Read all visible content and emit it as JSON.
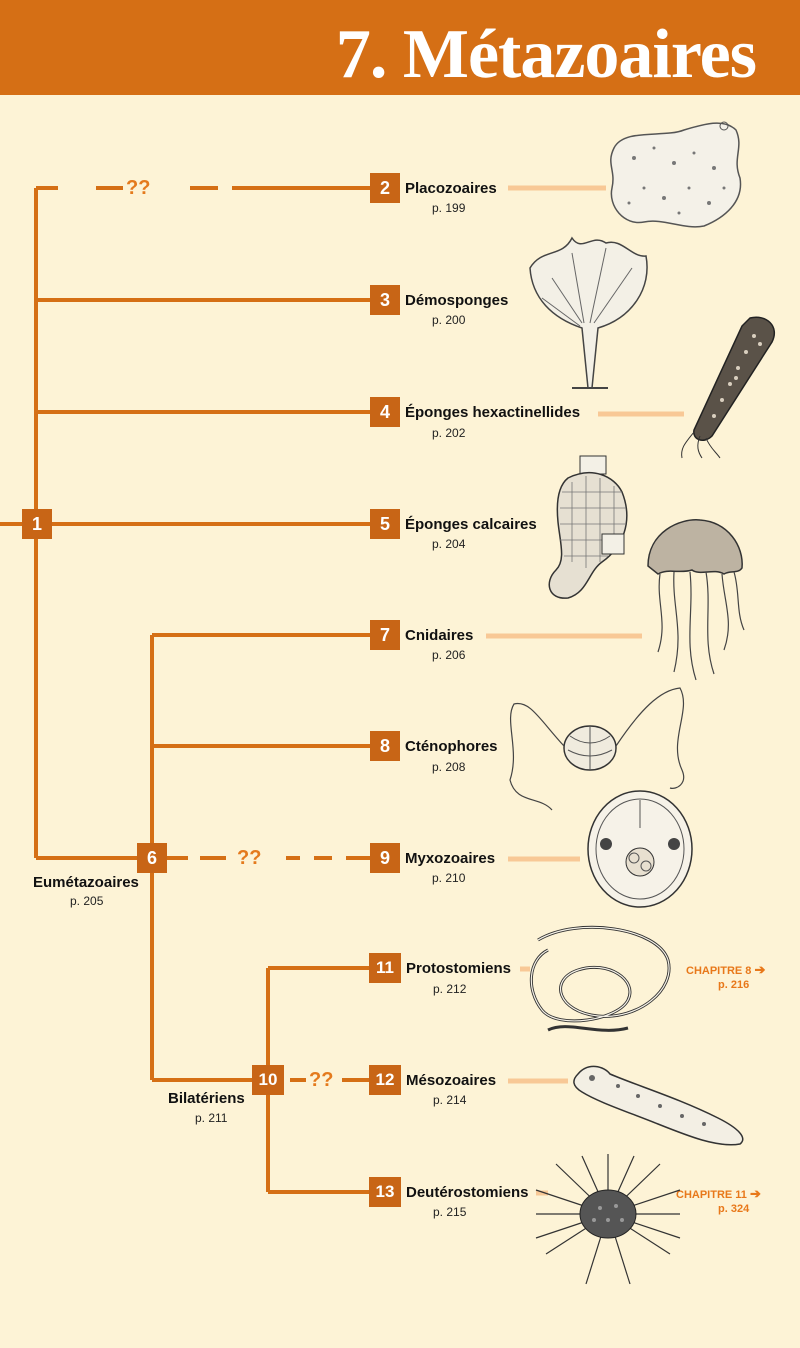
{
  "header": {
    "title": "7. Métazoaires"
  },
  "colors": {
    "branch": "#d56f15",
    "node_box": "#c86516",
    "connector": "#f8c896",
    "header_bg": "#d56f15",
    "accent_text": "#e8781a",
    "background": "#fdf3d6"
  },
  "unknown_marker": "??",
  "nodes": {
    "n1": {
      "num": "1"
    },
    "n6": {
      "num": "6",
      "name": "Eumétazoaires",
      "page": "p. 205"
    },
    "n10": {
      "num": "10",
      "name": "Bilatériens",
      "page": "p. 211"
    }
  },
  "taxa": [
    {
      "num": "2",
      "name": "Placozoaires",
      "page": "p. 199",
      "illustration": "placozoa-illustration"
    },
    {
      "num": "3",
      "name": "Démosponges",
      "page": "p. 200",
      "illustration": "demosponge-illustration"
    },
    {
      "num": "4",
      "name": "Éponges hexactinellides",
      "page": "p. 202",
      "illustration": "glass-sponge-illustration"
    },
    {
      "num": "5",
      "name": "Éponges calcaires",
      "page": "p. 204",
      "illustration": "calcareous-sponge-illustration"
    },
    {
      "num": "7",
      "name": "Cnidaires",
      "page": "p. 206",
      "illustration": "jellyfish-illustration"
    },
    {
      "num": "8",
      "name": "Cténophores",
      "page": "p. 208",
      "illustration": "ctenophore-illustration"
    },
    {
      "num": "9",
      "name": "Myxozoaires",
      "page": "p. 210",
      "illustration": "myxozoa-spore-illustration"
    },
    {
      "num": "11",
      "name": "Protostomiens",
      "page": "p. 212",
      "illustration": "nematode-illustration",
      "chapter": "CHAPITRE 8",
      "chapter_page": "p. 216"
    },
    {
      "num": "12",
      "name": "Mésozoaires",
      "page": "p. 214",
      "illustration": "mesozoan-illustration"
    },
    {
      "num": "13",
      "name": "Deutérostomiens",
      "page": "p. 215",
      "illustration": "sea-urchin-illustration",
      "chapter": "CHAPITRE 11",
      "chapter_page": "p. 324"
    }
  ]
}
